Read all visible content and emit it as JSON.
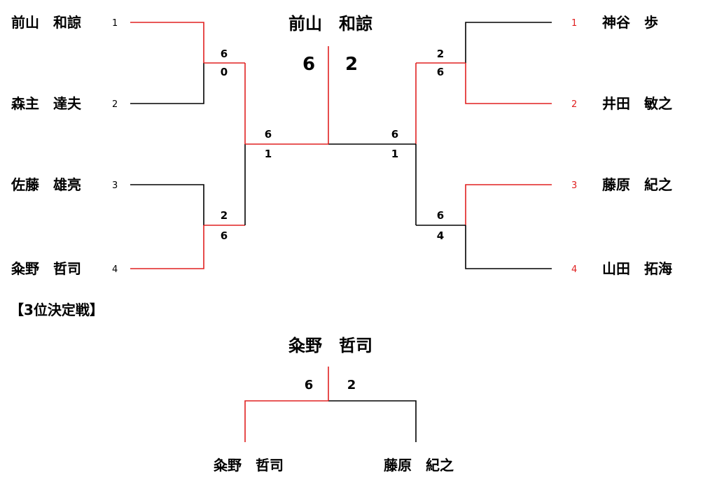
{
  "colors": {
    "winner": "#e02020",
    "normal": "#000000"
  },
  "main": {
    "left": [
      {
        "seed": "1",
        "name": "前山　和諒"
      },
      {
        "seed": "2",
        "name": "森主　達夫"
      },
      {
        "seed": "3",
        "name": "佐藤　雄亮"
      },
      {
        "seed": "4",
        "name": "粂野　哲司"
      }
    ],
    "right": [
      {
        "seed": "1",
        "name": "神谷　歩"
      },
      {
        "seed": "2",
        "name": "井田　敏之"
      },
      {
        "seed": "3",
        "name": "藤原　紀之"
      },
      {
        "seed": "4",
        "name": "山田　拓海"
      }
    ],
    "r1_left_top": {
      "upper": "6",
      "lower": "0"
    },
    "r1_left_bottom": {
      "upper": "2",
      "lower": "6"
    },
    "r1_right_top": {
      "upper": "2",
      "lower": "6"
    },
    "r1_right_bottom": {
      "upper": "6",
      "lower": "4"
    },
    "semi_left": {
      "upper": "6",
      "lower": "1"
    },
    "semi_right": {
      "upper": "6",
      "lower": "1"
    },
    "final": {
      "left": "6",
      "right": "2",
      "champion": "前山　和諒"
    }
  },
  "third_place": {
    "section_label": "【3位決定戦】",
    "winner": "粂野　哲司",
    "score_left": "6",
    "score_right": "2",
    "player_left": "粂野　哲司",
    "player_right": "藤原　紀之"
  }
}
